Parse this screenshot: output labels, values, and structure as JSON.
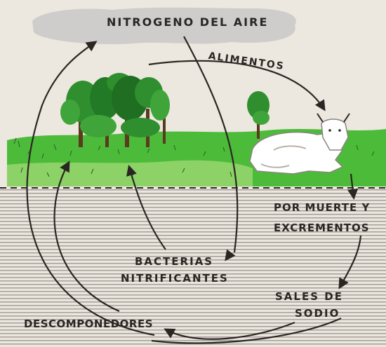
{
  "diagram": {
    "labels": {
      "air_nitrogen": "NITROGENO DEL AIRE",
      "food": "ALIMENTOS",
      "death_excrement_line1": "POR MUERTE Y",
      "death_excrement_line2": "EXCREMENTOS",
      "nitrifying_bacteria_line1": "BACTERIAS",
      "nitrifying_bacteria_line2": "NITRIFICANTES",
      "sodium_salts_line1": "SALES DE",
      "sodium_salts_line2": "SODIO",
      "decomposers": "DESCOMPONEDORES"
    },
    "colors": {
      "paper": "#ece7df",
      "cloud": "#cfcdcb",
      "grass": "#4dbb3a",
      "tree": "#2f8f2e",
      "soil_lines": "#9a948d",
      "arrow": "#2a2622",
      "text": "#2a2622"
    }
  }
}
